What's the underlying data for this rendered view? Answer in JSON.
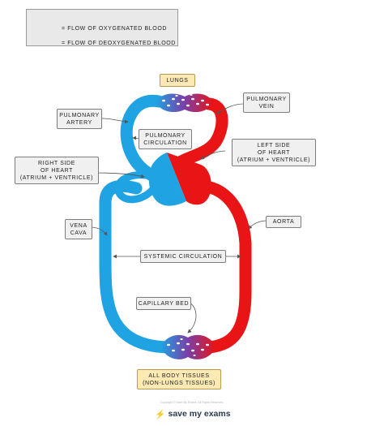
{
  "legend": {
    "oxygenated_label": "= FLOW OF OXYGENATED BLOOD",
    "deoxygenated_label": "= FLOW OF DEOXYGENATED BLOOD",
    "oxygenated_color": "#e81416",
    "deoxygenated_color": "#1fa3e3"
  },
  "labels": {
    "lungs": "LUNGS",
    "pulmonary_artery": [
      "PULMONARY",
      "ARTERY"
    ],
    "pulmonary_vein": [
      "PULMONARY",
      "VEIN"
    ],
    "pulmonary_circulation": [
      "PULMONARY",
      "CIRCULATION"
    ],
    "left_side": [
      "LEFT SIDE",
      "OF HEART",
      "(ATRIUM + VENTRICLE)"
    ],
    "right_side": [
      "RIGHT SIDE",
      "OF HEART",
      "(ATRIUM + VENTRICLE)"
    ],
    "vena_cava": [
      "VENA",
      "CAVA"
    ],
    "aorta": "AORTA",
    "systemic_circulation": "SYSTEMIC CIRCULATION",
    "capillary_bed": "CAPILLARY BED",
    "body_tissues": [
      "ALL BODY TISSUES",
      "(NON-LUNGS TISSUES)"
    ]
  },
  "footer": {
    "copyright": "Copyright © Save My Exams. All Rights Reserved.",
    "brand": "save my exams",
    "brand_icon": "lightning-bolt-icon"
  }
}
